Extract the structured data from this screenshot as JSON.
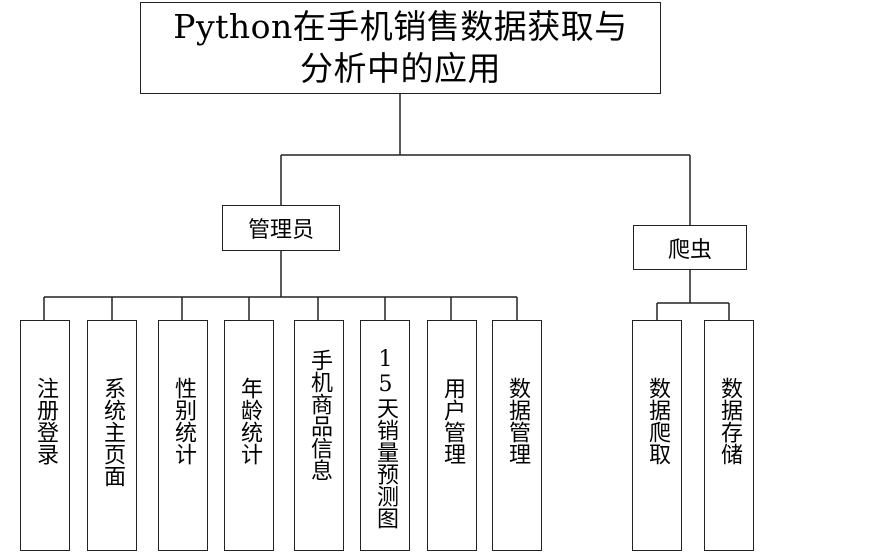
{
  "diagram": {
    "root": {
      "line1": "Python在手机销售数据获取与",
      "line2": "分析中的应用"
    },
    "admin": {
      "label": "管理员",
      "children": [
        "注册登录",
        "系统主页面",
        "性别统计",
        "年龄统计",
        "手机商品信息",
        "15天销量预测图",
        "用户管理",
        "数据管理"
      ]
    },
    "crawler": {
      "label": "爬虫",
      "children": [
        "数据爬取",
        "数据存储"
      ]
    }
  }
}
